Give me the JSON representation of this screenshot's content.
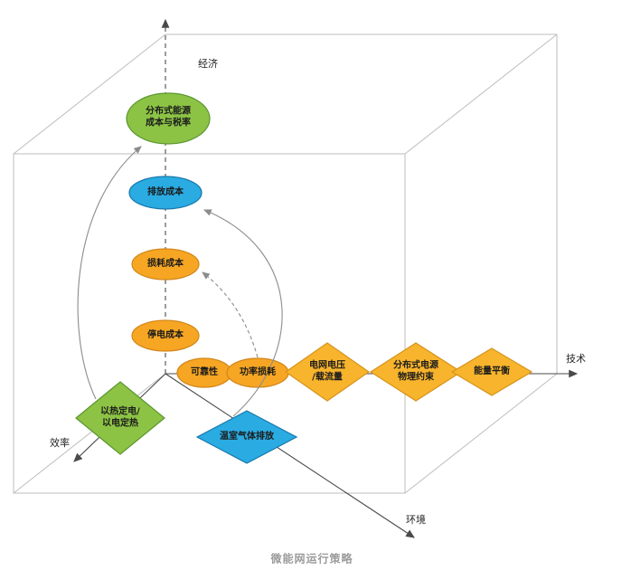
{
  "caption": "微能网运行策略",
  "axes": {
    "economy": "经济",
    "technology": "技术",
    "efficiency": "效率",
    "environment": "环境"
  },
  "colors": {
    "orange_fill": "#F6A623",
    "orange_stroke": "#D2861A",
    "blue_fill": "#2AABE2",
    "blue_stroke": "#1878AC",
    "green_fill": "#8CC345",
    "green_stroke": "#5C9530",
    "yellow_fill": "#F8B42C",
    "yellow_stroke": "#D5941E",
    "cube_gray": "#BDBDBD",
    "axis_dark": "#4A4A4A",
    "curve_gray": "#8C8C8C",
    "caption_gray": "#9B9B9B"
  },
  "nodes": {
    "economy_axis": [
      {
        "label": "分布式能源\n成本与税率",
        "shape": "ellipse",
        "color": "green"
      },
      {
        "label": "排放成本",
        "shape": "ellipse",
        "color": "blue"
      },
      {
        "label": "损耗成本",
        "shape": "ellipse",
        "color": "orange"
      },
      {
        "label": "停电成本",
        "shape": "ellipse",
        "color": "orange"
      }
    ],
    "technology_axis": [
      {
        "label": "可靠性",
        "shape": "ellipse",
        "color": "orange"
      },
      {
        "label": "功率损耗",
        "shape": "ellipse",
        "color": "orange"
      },
      {
        "label": "电网电压\n/载流量",
        "shape": "diamond",
        "color": "yellow"
      },
      {
        "label": "分布式电源\n物理约束",
        "shape": "diamond",
        "color": "yellow"
      },
      {
        "label": "能量平衡",
        "shape": "diamond",
        "color": "yellow"
      }
    ],
    "efficiency_axis": [
      {
        "label": "以热定电/\n以电定热",
        "shape": "diamond",
        "color": "green"
      }
    ],
    "environment_axis": [
      {
        "label": "温室气体排放",
        "shape": "diamond",
        "color": "blue"
      }
    ]
  },
  "connections": [
    {
      "from": "以热定电/以电定热",
      "to": "分布式能源成本与税率",
      "style": "solid"
    },
    {
      "from": "温室气体排放",
      "to": "排放成本",
      "style": "solid"
    },
    {
      "from": "功率损耗",
      "to": "损耗成本",
      "style": "dashed"
    }
  ]
}
